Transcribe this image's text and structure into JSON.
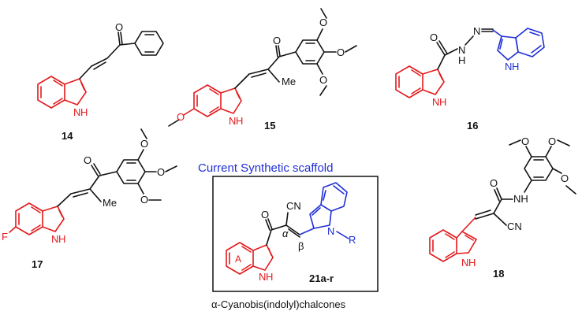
{
  "compounds": [
    {
      "id": "14",
      "atoms": {
        "o": "O",
        "nh": "N",
        "h": "H"
      }
    },
    {
      "id": "15",
      "atoms": {
        "o1": "O",
        "o2": "O",
        "o3": "O",
        "o4": "O",
        "o5": "O",
        "me": "Me",
        "nh": "N",
        "h": "H"
      }
    },
    {
      "id": "16",
      "atoms": {
        "o": "O",
        "n1": "N",
        "n2": "N",
        "h": "H",
        "nh_red": "N",
        "h_red": "H",
        "nh_blue": "N",
        "h_blue": "H"
      }
    },
    {
      "id": "17",
      "atoms": {
        "o1": "O",
        "o2": "O",
        "o3": "O",
        "o4": "O",
        "me": "Me",
        "f": "F",
        "nh": "N",
        "h": "H"
      }
    },
    {
      "id": "18",
      "atoms": {
        "o1": "O",
        "o2": "O",
        "o3": "O",
        "o4": "O",
        "nh_amide": "NH",
        "cn": "CN",
        "nh": "N",
        "h": "H"
      }
    }
  ],
  "scaffold": {
    "heading": "Current Synthetic scaffold",
    "id": "21a-r",
    "atoms": {
      "o": "O",
      "cn": "CN",
      "alpha": "α",
      "beta": "β",
      "n_blue": "N",
      "r": "R",
      "ring_a": "A",
      "nh": "N",
      "h": "H"
    }
  },
  "caption": "α-Cyanobis(indolyl)chalcones",
  "colors": {
    "core": "#e31a1c",
    "scaffold": "#1f2fd6",
    "text": "#111111"
  }
}
